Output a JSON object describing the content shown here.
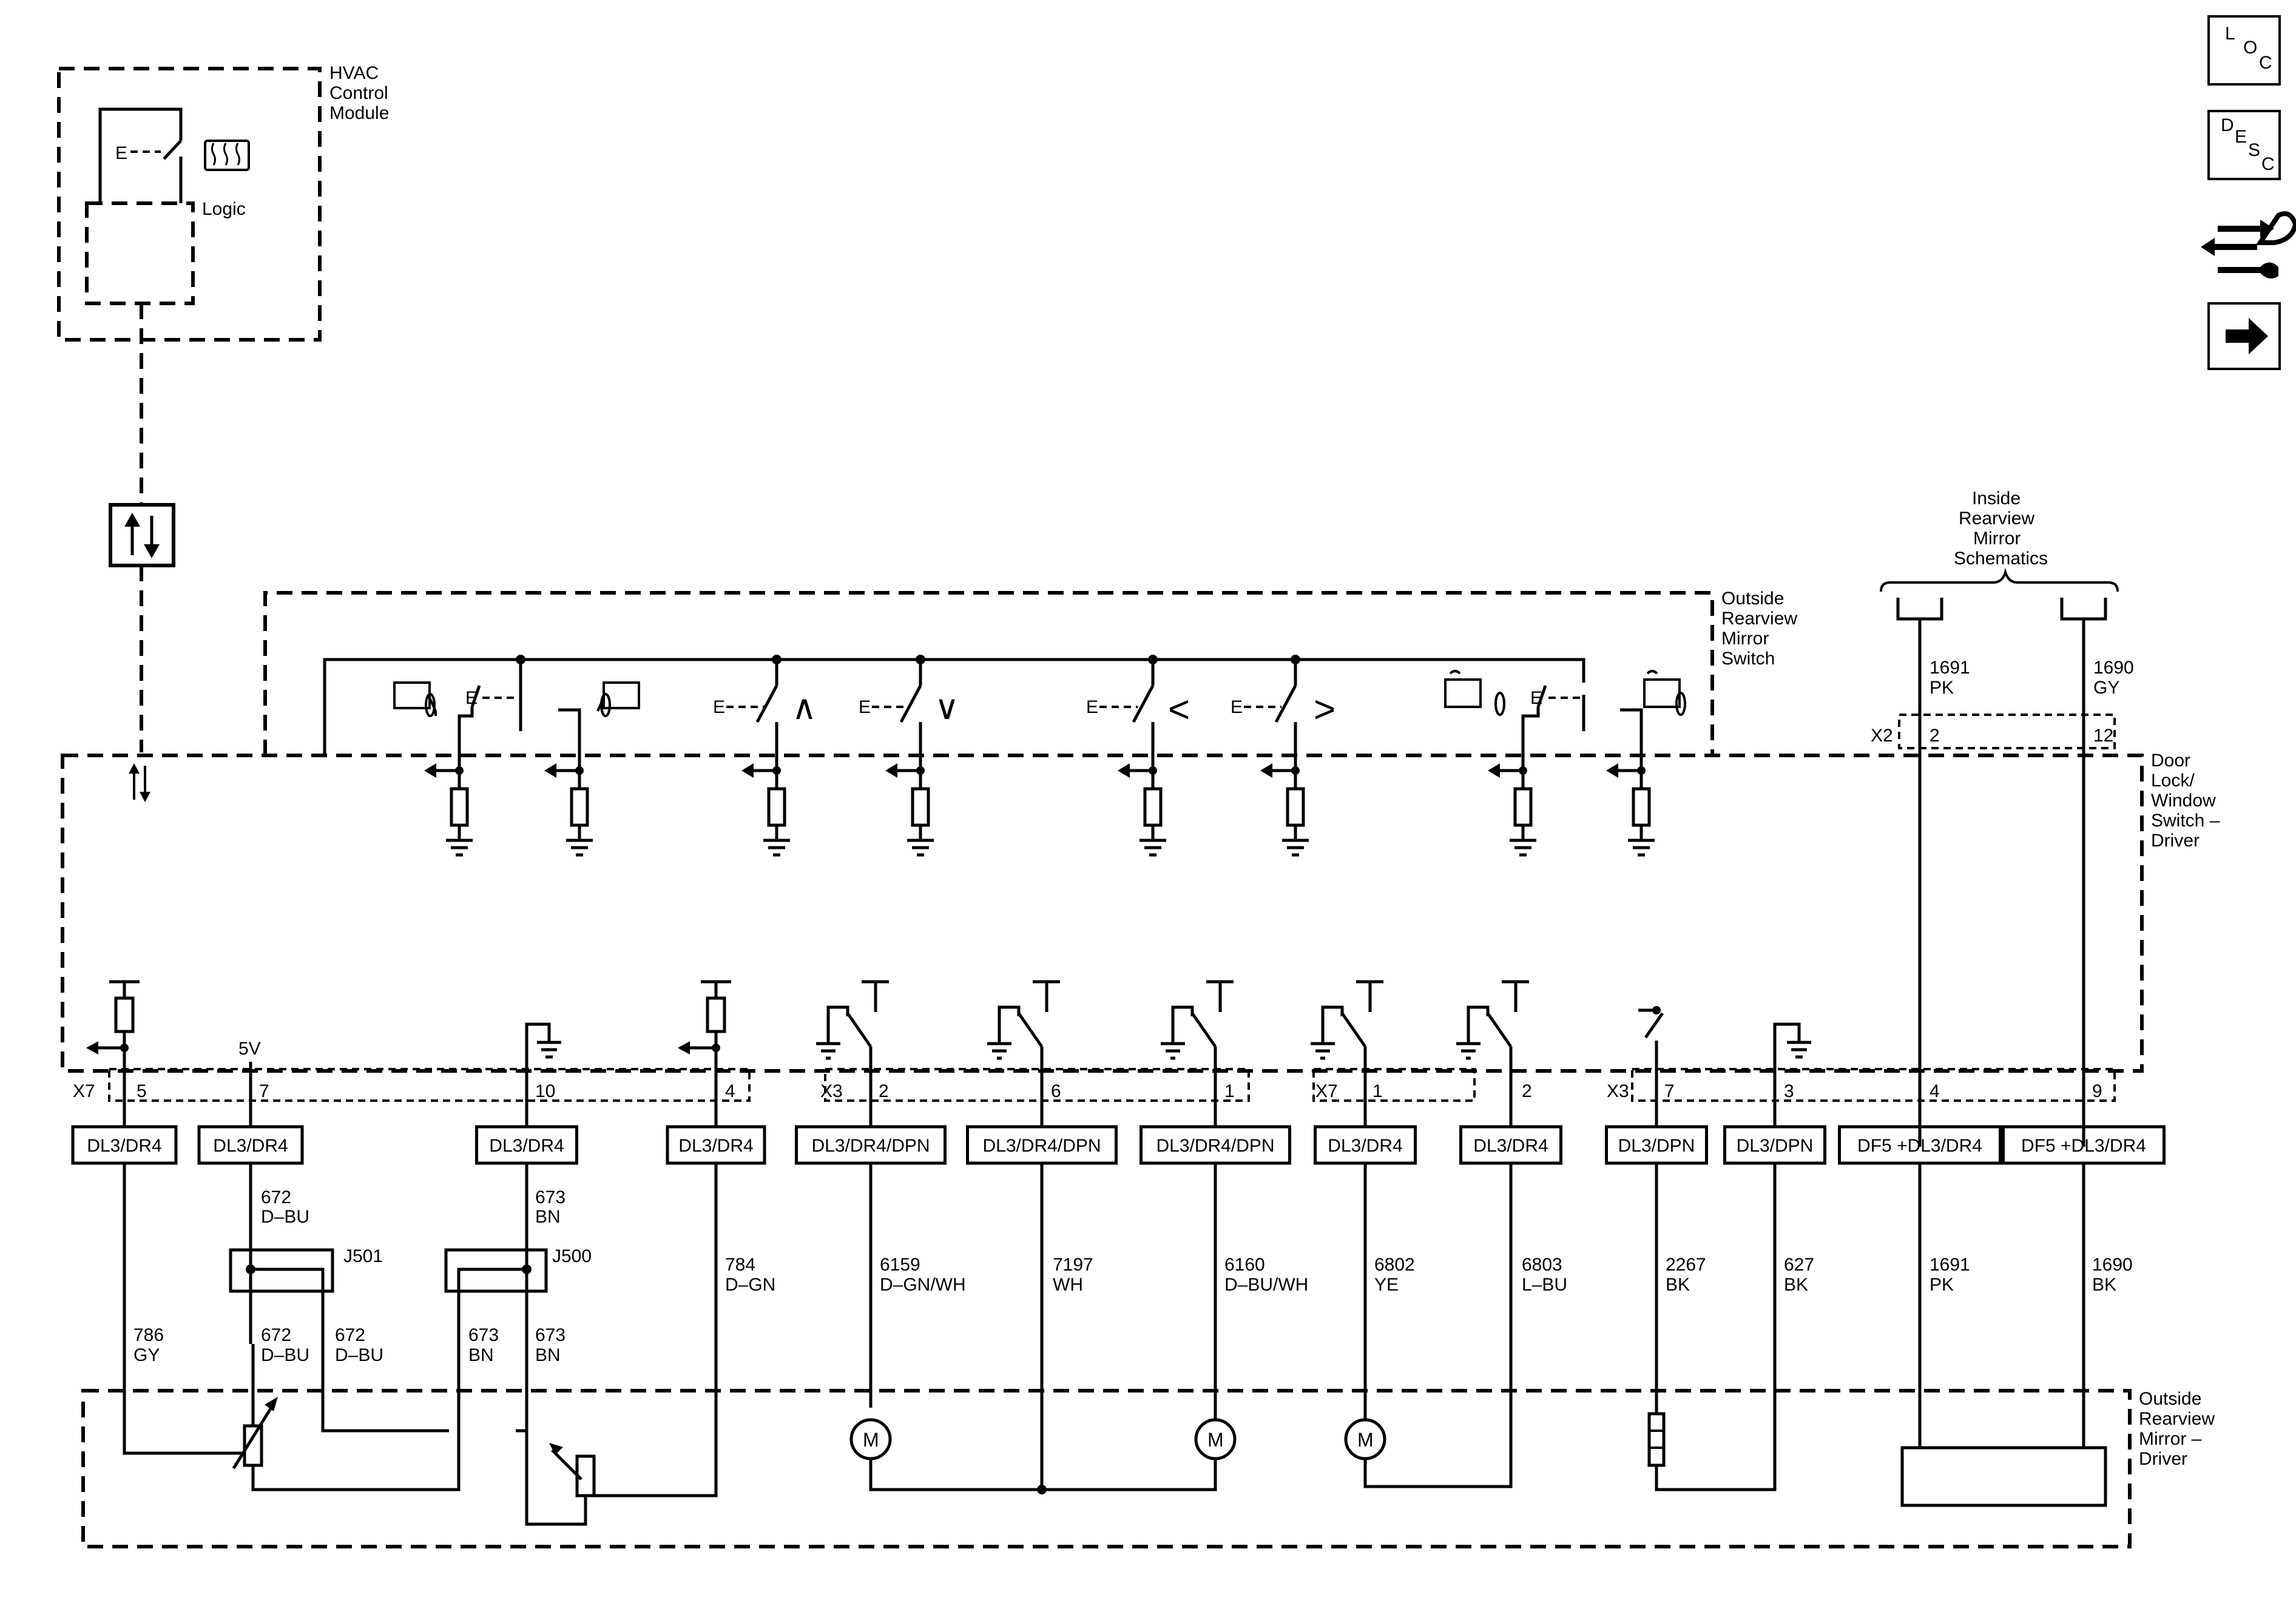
{
  "modules": {
    "hvac": [
      "HVAC",
      "Control",
      "Module"
    ],
    "hvac_logic": "Logic",
    "outside_switch": [
      "Outside",
      "Rearview",
      "Mirror",
      "Switch"
    ],
    "door_switch": [
      "Door",
      "Lock/",
      "Window",
      "Switch –",
      "Driver"
    ],
    "mirror_driver": [
      "Outside",
      "Rearview",
      "Mirror –",
      "Driver"
    ],
    "inside_mirror": [
      "Inside",
      "Rearview",
      "Mirror",
      "Schematics"
    ]
  },
  "nav": {
    "loc": [
      "L",
      "O",
      "C"
    ],
    "desc": [
      "D",
      "E",
      "S",
      "C"
    ],
    "connector_icon": "connector-wrench-icon",
    "next_icon": "arrow-right-icon"
  },
  "inputs_5v": "5V",
  "connector_ids": {
    "x7": "X7",
    "x3": "X3",
    "x2": "X2"
  },
  "top_wires": [
    {
      "circuit": "1691",
      "color": "PK",
      "pin": "2"
    },
    {
      "circuit": "1690",
      "color": "GY",
      "pin": "12"
    }
  ],
  "pins": [
    "5",
    "7",
    "10",
    "4",
    "2",
    "6",
    "1",
    "1",
    "2",
    "7",
    "3",
    "4",
    "9"
  ],
  "options": [
    "DL3/DR4",
    "DL3/DR4",
    "DL3/DR4",
    "DL3/DR4",
    "DL3/DR4/DPN",
    "DL3/DR4/DPN",
    "DL3/DR4/DPN",
    "DL3/DR4",
    "DL3/DR4",
    "DL3/DPN",
    "DL3/DPN",
    "DF5 +DL3/DR4",
    "DF5 +DL3/DR4"
  ],
  "wires_upper": [
    {
      "circuit": "672",
      "color": "D–BU"
    },
    {
      "circuit": "673",
      "color": "BN"
    }
  ],
  "splices": [
    "J501",
    "J500"
  ],
  "wires_lower": [
    {
      "circuit": "786",
      "color": "GY"
    },
    {
      "circuit": "672",
      "color": "D–BU"
    },
    {
      "circuit": "672",
      "color": "D–BU"
    },
    {
      "circuit": "673",
      "color": "BN"
    },
    {
      "circuit": "673",
      "color": "BN"
    }
  ],
  "wires_long": [
    {
      "circuit": "784",
      "color": "D–GN"
    },
    {
      "circuit": "6159",
      "color": "D–GN/WH"
    },
    {
      "circuit": "7197",
      "color": "WH"
    },
    {
      "circuit": "6160",
      "color": "D–BU/WH"
    },
    {
      "circuit": "6802",
      "color": "YE"
    },
    {
      "circuit": "6803",
      "color": "L–BU"
    },
    {
      "circuit": "2267",
      "color": "BK"
    },
    {
      "circuit": "627",
      "color": "BK"
    },
    {
      "circuit": "1691",
      "color": "PK"
    },
    {
      "circuit": "1690",
      "color": "BK"
    }
  ],
  "motor_label": "M",
  "switch_symbols": [
    "∧",
    "∨",
    "<",
    ">"
  ],
  "switch_e": "E"
}
